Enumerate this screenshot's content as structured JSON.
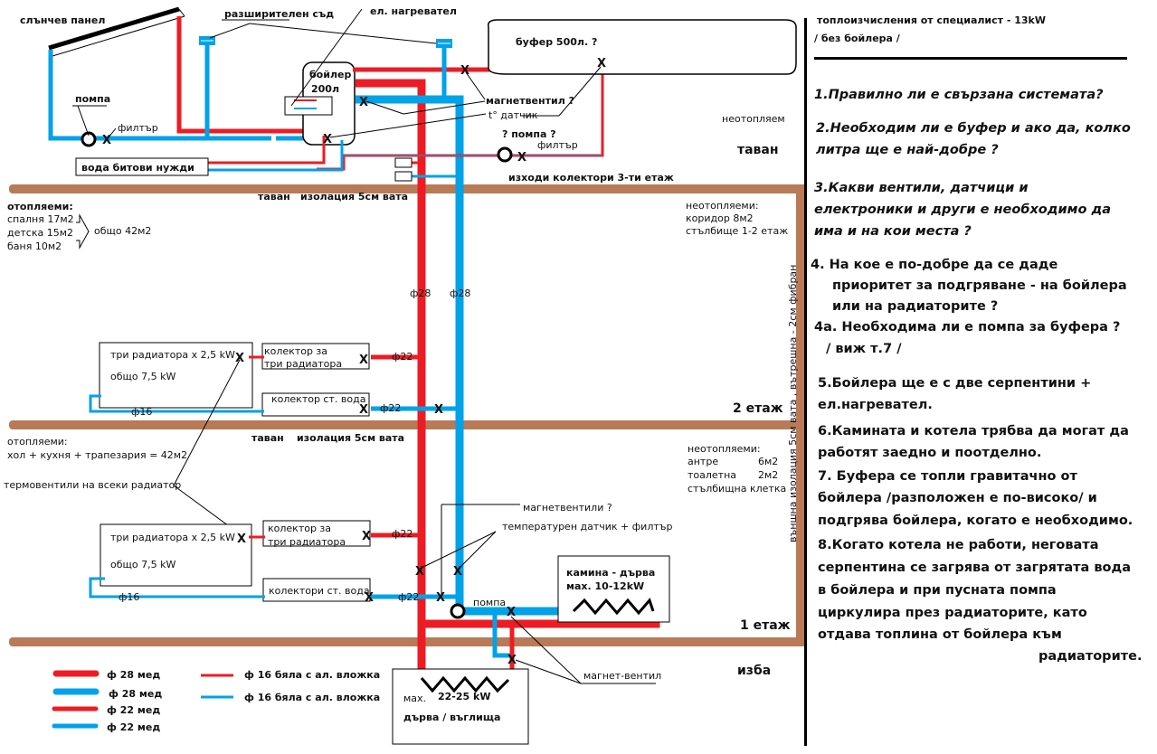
{
  "colors": {
    "hot": "#ed1c24",
    "cold": "#00a2e8",
    "wall": "#b97a57",
    "line": "#000000"
  },
  "top": {
    "solar_panel": "слънчев панел",
    "expansion_vessel": "разширителен съд",
    "electric_heater": "ел. нагревател",
    "boiler_title": "бойлер",
    "boiler_volume": "200л",
    "buffer": "буфер 500л. ?",
    "magnet_valve": "магнетвентил ?",
    "temp_sensor": "t° датчик",
    "pump": "помпа",
    "filter": "филтър",
    "pump_q": "?  помпа  ?",
    "filter2": "филтър",
    "domestic_water": "вода битови нужди",
    "outputs_collectors": "изходи колектори 3-ти етаж",
    "unheated_attic_small": "неотопляем",
    "attic": "таван"
  },
  "floor3": {
    "ceiling": "таван",
    "insulation": "изолация 5см вата",
    "heated_title": "отопляеми:",
    "rooms": [
      "спалня  17м2",
      "детска  15м2",
      "баня     10м2"
    ],
    "total": "общо 42м2",
    "unheated_title": "неотопляеми:",
    "unheated": [
      "коридор 8м2",
      "стълбище 1-2 етаж"
    ],
    "pipe_hot": "ф28",
    "pipe_cold": "ф28"
  },
  "floor2": {
    "radiators": "три радиатора х 2,5 kW",
    "radiators_total": "общо 7,5 kW",
    "collector_hot_1": "колектор за",
    "collector_hot_2": "три радиатора",
    "collector_cold": "колектор ст. вода",
    "pipe22_hot": "ф22",
    "pipe22_cold": "ф22",
    "pipe16": "ф16",
    "floor_label": "2 етаж"
  },
  "floor1": {
    "ceiling": "таван",
    "insulation": "изолация 5см вата",
    "heated_title": "отопляеми:",
    "heated": "хол + кухня + трапезария = 42м2",
    "thermo_valves": "термовентили на всеки радиатор",
    "unheated_title": "неотопляеми:",
    "unheated": [
      {
        "name": "антре",
        "area": "6м2"
      },
      {
        "name": "тоалетна",
        "area": "2м2"
      },
      {
        "name": "стълбищна клетка",
        "area": ""
      }
    ],
    "radiators": "три радиатора х 2,5 kW",
    "radiators_total": "общо 7,5 kW",
    "collector_hot_1": "колектор за",
    "collector_hot_2": "три радиатора",
    "collector_cold": "колектори ст. вода",
    "pipe22_hot": "ф22",
    "pipe22_cold": "ф22",
    "pipe16": "ф16",
    "magnet_valves": "магнетвентили ?",
    "temp_sensor_filter": "температурен датчик  + филтър",
    "pump": "помпа",
    "fireplace_1": "камина - дърва",
    "fireplace_2": "мах. 10-12kW",
    "floor_label": "1 етаж"
  },
  "basement": {
    "label": "изба",
    "magnet_valve": "магнет-вентил",
    "boiler_max": "мах.",
    "boiler_power": "22-25 kW",
    "boiler_fuel": "дърва / въглища"
  },
  "wall_note": "външна изолация 5см вата , вътрешна - 2см фибран",
  "legend": [
    {
      "label": "ф 28 мед",
      "color": "hot"
    },
    {
      "label": "ф 28 мед",
      "color": "cold"
    },
    {
      "label": "ф 22 мед",
      "color": "hot"
    },
    {
      "label": "ф 22 мед",
      "color": "cold"
    },
    {
      "label": "ф 16 бяла с ал. вложка",
      "color": "hot"
    },
    {
      "label": "ф 16 бяла с ал. вложка",
      "color": "cold"
    }
  ],
  "notes": {
    "header_1": "топлоизчисления от специалист - 13kW",
    "header_2": " / без бойлера /",
    "q1": "1.Правилно ли е свързана системата?",
    "q2a": "2.Необходим ли е буфер и ако да, колко",
    "q2b": "литра ще е най-добре ?",
    "q3a": "3.Какви вентили, датчици и",
    "q3b": "електроники и други е необходимо да",
    "q3c": "има и на кои места ?",
    "q4a": "4.  На кое е по-добре да се даде",
    "q4b": "приоритет за подгряване - на бойлера",
    "q4c": "или на радиаторите  ?",
    "q4d": "4а. Необходима ли е помпа за буфера ?",
    "q4e": "/ виж т.7 /",
    "q5a": "5.Бойлера ще е с две серпентини +",
    "q5b": "ел.нагревател.",
    "q6a": "6.Камината и котела трябва да могат да",
    "q6b": "работят заедно и поотделно.",
    "q7a": "7. Буфера се топли гравитачно от",
    "q7b": "бойлера /разположен е по-високо/ и",
    "q7c": "подгрява бойлера, когато е необходимо.",
    "q8a": "8.Когато котела не работи, неговата",
    "q8b": "серпентина се загрява от загрятата вода",
    "q8c": "в бойлера и при пусната помпа",
    "q8d": "циркулира през радиаторите, като",
    "q8e": "отдава топлина от бойлера към",
    "q8f": "радиаторите."
  },
  "marker": "X"
}
